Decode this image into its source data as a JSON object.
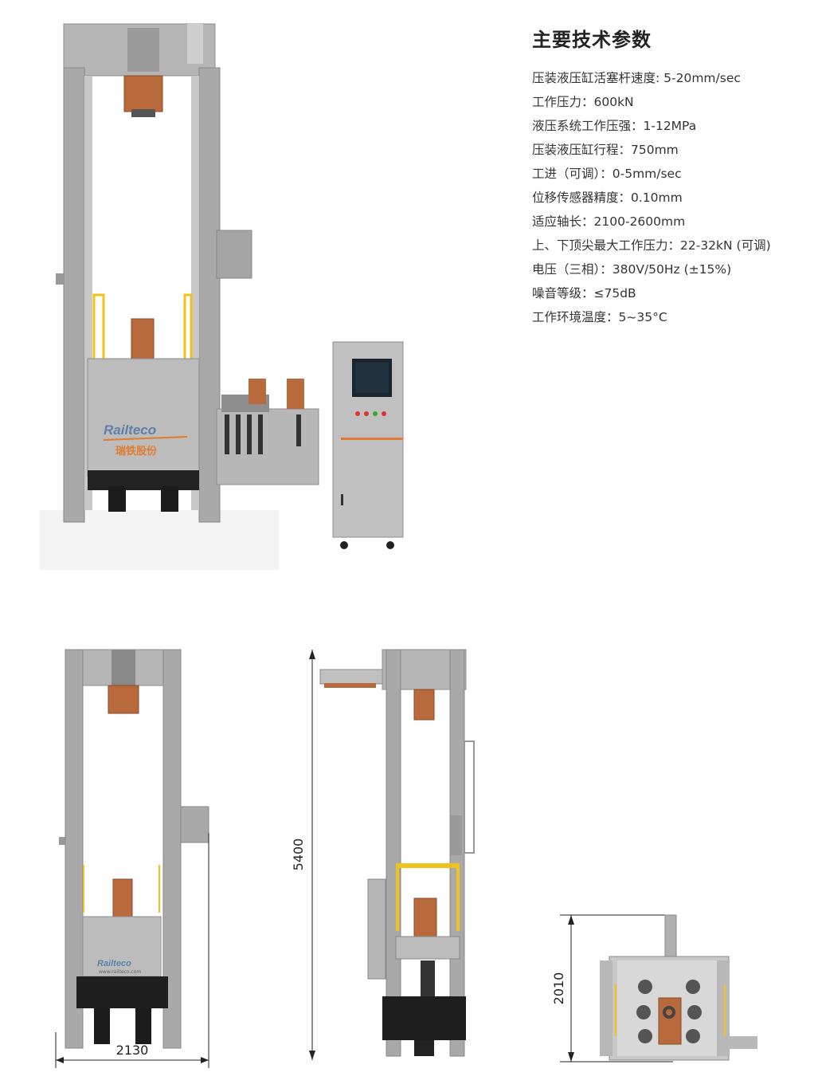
{
  "specs": {
    "title": "主要技术参数",
    "items": [
      "压装液压缸活塞杆速度: 5-20mm/sec",
      "工作压力：600kN",
      "液压系统工作压强：1-12MPa",
      "压装液压缸行程：750mm",
      "工进（可调）：0-5mm/sec",
      "位移传感器精度：0.10mm",
      "适应轴长：2100-2600mm",
      "上、下顶尖最大工作压力：22-32kN (可调)",
      "电压（三相）：380V/50Hz (±15%)",
      "噪音等级：≤75dB",
      "工作环境温度：5~35°C"
    ]
  },
  "machine": {
    "brand": "Railteco",
    "brand_cn": "瑞铁股份",
    "brand_url": "www.railteco.com"
  },
  "dimensions": {
    "front_width": "2130",
    "side_height": "5400",
    "top_size": "2010"
  },
  "colors": {
    "frame": "#a7a7a7",
    "frame_dark": "#8e8e8e",
    "copper": "#b86a3c",
    "yellow": "#f2c21b",
    "black": "#1e1e1e",
    "accent_orange": "#e07b32"
  }
}
